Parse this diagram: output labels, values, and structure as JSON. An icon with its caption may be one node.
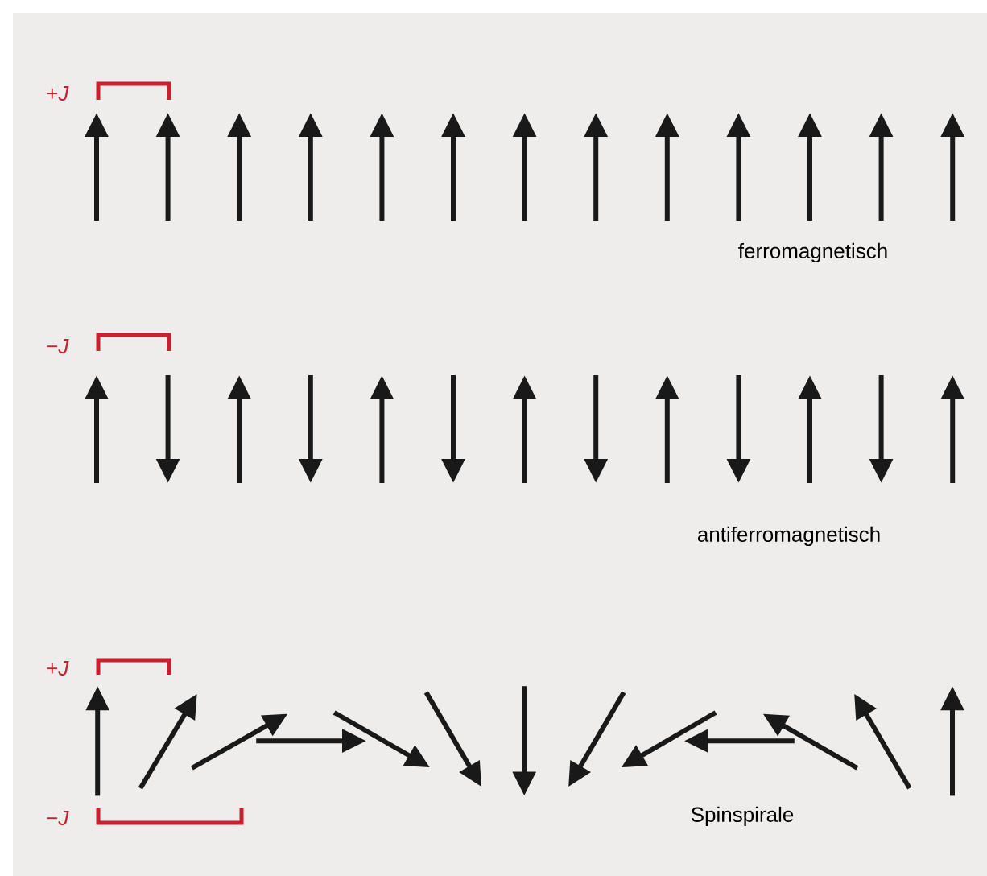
{
  "diagram": {
    "labels": [
      "+*J*",
      "ferromagnetisch",
      "−*J*",
      "antiferromagnetisch",
      "+*J*",
      "−*J*",
      "Spinspirale"
    ]
  }
}
